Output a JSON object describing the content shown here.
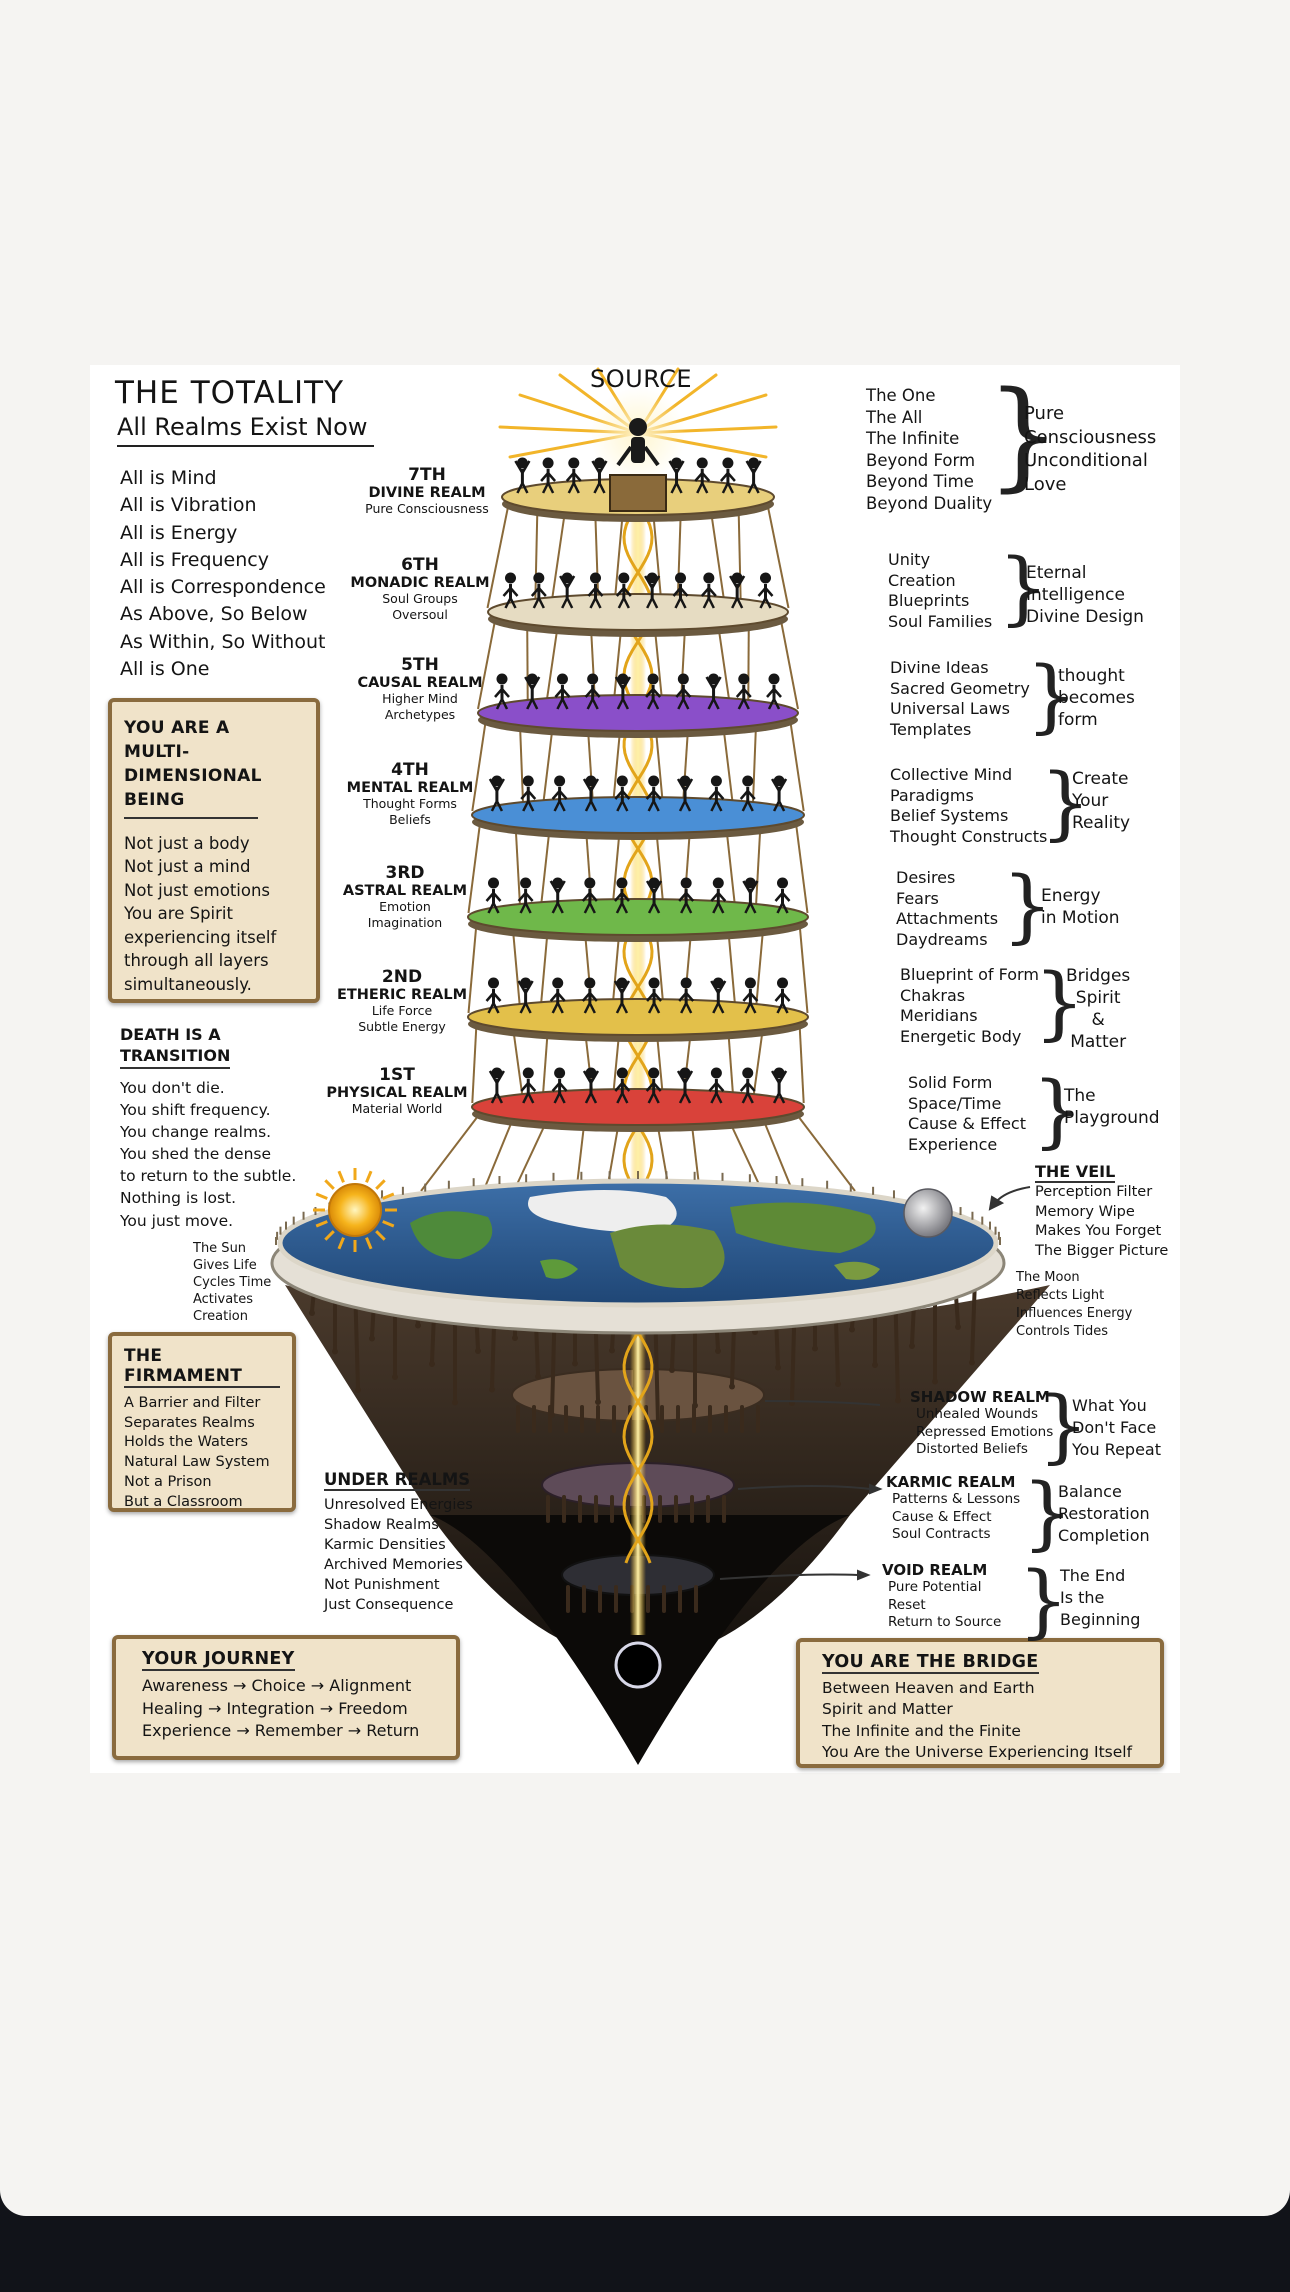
{
  "header": {
    "title": "THE TOTALITY",
    "subtitle": "All Realms Exist Now"
  },
  "source_label": "SOURCE",
  "principles": [
    "All is Mind",
    "All is Vibration",
    "All is Energy",
    "All is Frequency",
    "All is Correspondence",
    "As Above, So Below",
    "As Within, So Without",
    "All is One"
  ],
  "multidimensional": {
    "heading": [
      "YOU ARE A",
      "MULTI-DIMENSIONAL",
      "BEING"
    ],
    "lines": [
      "Not just a body",
      "Not just a mind",
      "Not just emotions",
      "You are Spirit",
      "experiencing itself",
      "through all layers",
      "simultaneously."
    ]
  },
  "death": {
    "heading": [
      "DEATH IS A",
      "TRANSITION"
    ],
    "lines": [
      "You don't die.",
      "You shift frequency.",
      "You change realms.",
      "You shed the dense",
      "to return to the subtle.",
      "Nothing is lost.",
      "You just move."
    ]
  },
  "sun_note": [
    "The Sun",
    "Gives Life",
    "Cycles Time",
    "Activates",
    "Creation"
  ],
  "firmament": {
    "heading": "THE FIRMAMENT",
    "lines": [
      "A Barrier and Filter",
      "Separates Realms",
      "Holds the Waters",
      "Natural Law System",
      "Not a Prison",
      "But a Classroom"
    ]
  },
  "under_realms": {
    "heading": "UNDER REALMS",
    "lines": [
      "Unresolved Energies",
      "Shadow Realms",
      "Karmic Densities",
      "Archived Memories",
      "Not Punishment",
      "Just Consequence"
    ]
  },
  "journey": {
    "heading": "YOUR JOURNEY",
    "lines": [
      "Awareness → Choice → Alignment",
      "Healing → Integration → Freedom",
      "Experience → Remember → Return"
    ]
  },
  "bridge": {
    "heading": "YOU ARE THE BRIDGE",
    "lines": [
      "Between Heaven and Earth",
      "Spirit and Matter",
      "The Infinite and the Finite",
      "You Are the Universe Experiencing Itself"
    ]
  },
  "realms": [
    {
      "num": "7TH",
      "name": "DIVINE REALM",
      "sub": [
        "Pure Consciousness"
      ],
      "color": "#e8cf7c",
      "attrs": [
        "The One",
        "The All",
        "The Infinite",
        "Beyond Form",
        "Beyond Time",
        "Beyond Duality"
      ],
      "summary": [
        "Pure",
        "Consciousness",
        "Unconditional",
        "Love"
      ]
    },
    {
      "num": "6TH",
      "name": "MONADIC REALM",
      "sub": [
        "Soul Groups",
        "Oversoul"
      ],
      "color": "#e6dcc2",
      "attrs": [
        "Unity",
        "Creation",
        "Blueprints",
        "Soul Families"
      ],
      "summary": [
        "Eternal",
        "Intelligence",
        "Divine Design"
      ]
    },
    {
      "num": "5TH",
      "name": "CAUSAL REALM",
      "sub": [
        "Higher Mind",
        "Archetypes"
      ],
      "color": "#8a4fc9",
      "attrs": [
        "Divine Ideas",
        "Sacred Geometry",
        "Universal Laws",
        "Templates"
      ],
      "summary": [
        "thought",
        "becomes",
        "form"
      ]
    },
    {
      "num": "4TH",
      "name": "MENTAL REALM",
      "sub": [
        "Thought Forms",
        "Beliefs"
      ],
      "color": "#4a8fd6",
      "attrs": [
        "Collective Mind",
        "Paradigms",
        "Belief Systems",
        "Thought Constructs"
      ],
      "summary": [
        "Create",
        "Your",
        "Reality"
      ]
    },
    {
      "num": "3RD",
      "name": "ASTRAL REALM",
      "sub": [
        "Emotion",
        "Imagination"
      ],
      "color": "#6fb84a",
      "attrs": [
        "Desires",
        "Fears",
        "Attachments",
        "Daydreams"
      ],
      "summary": [
        "Energy",
        "in Motion"
      ]
    },
    {
      "num": "2ND",
      "name": "ETHERIC REALM",
      "sub": [
        "Life Force",
        "Subtle Energy"
      ],
      "color": "#e3c04a",
      "attrs": [
        "Blueprint of Form",
        "Chakras",
        "Meridians",
        "Energetic Body"
      ],
      "summary": [
        "Bridges",
        "Spirit",
        "&",
        "Matter"
      ]
    },
    {
      "num": "1ST",
      "name": "PHYSICAL REALM",
      "sub": [
        "Material World"
      ],
      "color": "#d9423a",
      "attrs": [
        "Solid Form",
        "Space/Time",
        "Cause & Effect",
        "Experience"
      ],
      "summary": [
        "The",
        "Playground"
      ]
    }
  ],
  "veil": {
    "heading": "THE VEIL",
    "lines": [
      "Perception Filter",
      "Memory Wipe",
      "Makes You Forget",
      "The Bigger Picture"
    ]
  },
  "moon": {
    "lines": [
      "The Moon",
      "Reflects Light",
      "Influences Energy",
      "Controls Tides"
    ]
  },
  "lower_realms": [
    {
      "name": "SHADOW REALM",
      "attrs": [
        "Unhealed Wounds",
        "Repressed Emotions",
        "Distorted Beliefs"
      ],
      "summary": [
        "What You",
        "Don't Face",
        "You Repeat"
      ]
    },
    {
      "name": "KARMIC REALM",
      "attrs": [
        "Patterns & Lessons",
        "Cause & Effect",
        "Soul Contracts"
      ],
      "summary": [
        "Balance",
        "Restoration",
        "Completion"
      ]
    },
    {
      "name": "VOID REALM",
      "attrs": [
        "Pure Potential",
        "Reset",
        "Return to Source"
      ],
      "summary": [
        "The End",
        "Is the",
        "Beginning"
      ]
    }
  ]
}
